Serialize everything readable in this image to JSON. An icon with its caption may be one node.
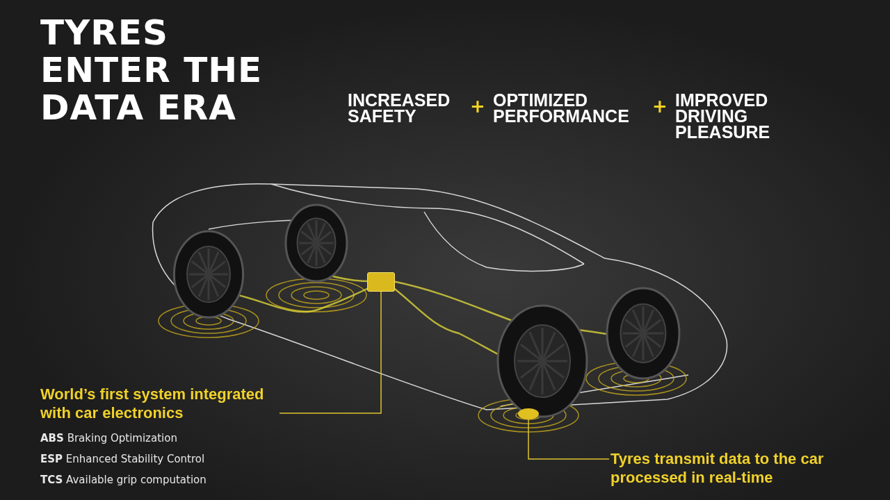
{
  "diagram": {
    "title": "TYRES ENTER THE DATA ERA",
    "nodes": [
      {
        "text": [
          "World’s first system integrated with car electronics"
        ]
      },
      {
        "text": [],
        "shape": "box"
      },
      {
        "text": [
          "Tyres transmit data to the car processed in real-time"
        ]
      },
      {
        "text": [],
        "shape": "cylinder"
      }
    ],
    "edges": [
      {
        "from": 0,
        "to": 1,
        "arrow": "none"
      },
      {
        "from": 2,
        "to": 3,
        "arrow": "none"
      }
    ],
    "labels": [
      "INCREASED SAFETY",
      "+",
      "OPTIMIZED PERFORMANCE",
      "+",
      "IMPROVED DRIVING PLEASURE",
      "**ABS** Braking Optimization",
      "**ESP** Enhanced Stability Control",
      "**TCS** Available grip computation"
    ]
  }
}
